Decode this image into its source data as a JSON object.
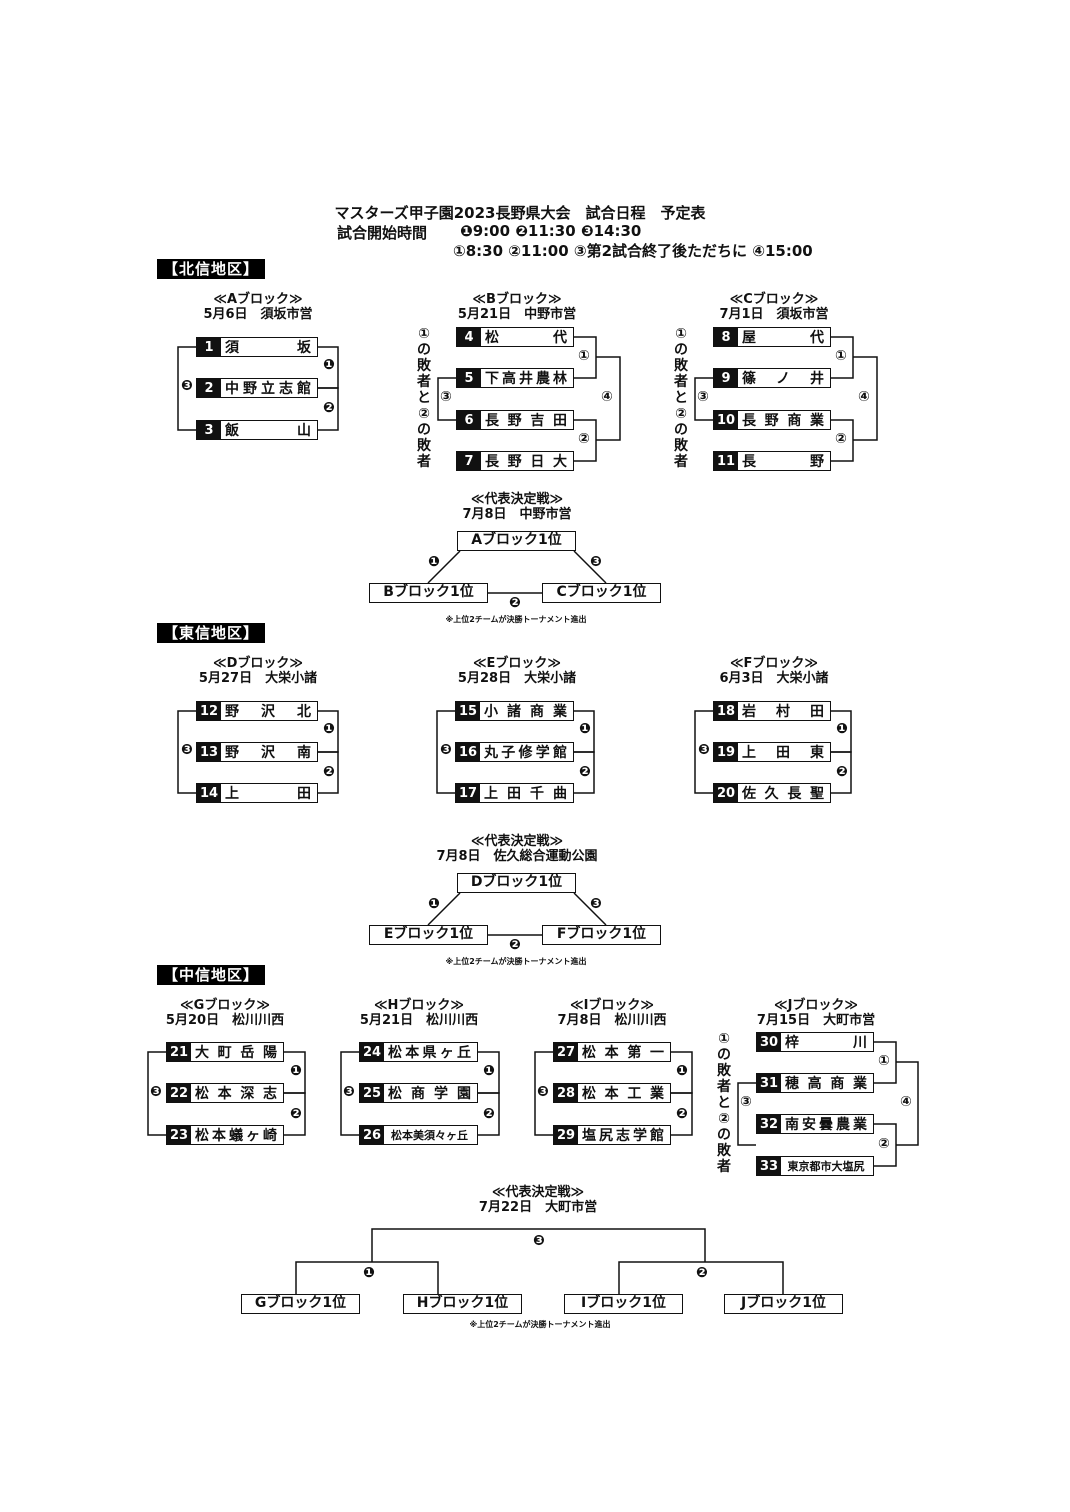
{
  "header": {
    "title": "マスターズ甲子園2023長野県大会　試合日程　予定表",
    "time_label": "試合開始時間",
    "times_line1": "❶9:00 ❷11:30 ❸14:30",
    "times_line2": "①8:30 ②11:00 ③第2試合終了後ただちに ④15:00"
  },
  "regions": {
    "hokushin": "【北信地区】",
    "toshin": "【東信地区】",
    "chushin": "【中信地区】"
  },
  "blocks": {
    "A": {
      "name": "≪Aブロック≫",
      "date": "5月6日　須坂市営"
    },
    "B": {
      "name": "≪Bブロック≫",
      "date": "5月21日　中野市営"
    },
    "C": {
      "name": "≪Cブロック≫",
      "date": "7月1日　須坂市営"
    },
    "D": {
      "name": "≪Dブロック≫",
      "date": "5月27日　大栄小諸"
    },
    "E": {
      "name": "≪Eブロック≫",
      "date": "5月28日　大栄小諸"
    },
    "F": {
      "name": "≪Fブロック≫",
      "date": "6月3日　大栄小諸"
    },
    "G": {
      "name": "≪Gブロック≫",
      "date": "5月20日　松川川西"
    },
    "H": {
      "name": "≪Hブロック≫",
      "date": "5月21日　松川川西"
    },
    "I": {
      "name": "≪Iブロック≫",
      "date": "7月8日　松川川西"
    },
    "J": {
      "name": "≪Jブロック≫",
      "date": "7月15日　大町市営"
    }
  },
  "teams": {
    "t1": {
      "num": "1",
      "name": "須　坂"
    },
    "t2": {
      "num": "2",
      "name": "中野立志館"
    },
    "t3": {
      "num": "3",
      "name": "飯　山"
    },
    "t4": {
      "num": "4",
      "name": "松　代"
    },
    "t5": {
      "num": "5",
      "name": "下高井農林"
    },
    "t6": {
      "num": "6",
      "name": "長野吉田"
    },
    "t7": {
      "num": "7",
      "name": "長野日大"
    },
    "t8": {
      "num": "8",
      "name": "屋　代"
    },
    "t9": {
      "num": "9",
      "name": "篠ノ井"
    },
    "t10": {
      "num": "10",
      "name": "長野商業"
    },
    "t11": {
      "num": "11",
      "name": "長　野"
    },
    "t12": {
      "num": "12",
      "name": "野沢北"
    },
    "t13": {
      "num": "13",
      "name": "野沢南"
    },
    "t14": {
      "num": "14",
      "name": "上　田"
    },
    "t15": {
      "num": "15",
      "name": "小諸商業"
    },
    "t16": {
      "num": "16",
      "name": "丸子修学館"
    },
    "t17": {
      "num": "17",
      "name": "上田千曲"
    },
    "t18": {
      "num": "18",
      "name": "岩村田"
    },
    "t19": {
      "num": "19",
      "name": "上田東"
    },
    "t20": {
      "num": "20",
      "name": "佐久長聖"
    },
    "t21": {
      "num": "21",
      "name": "大町岳陽"
    },
    "t22": {
      "num": "22",
      "name": "松本深志"
    },
    "t23": {
      "num": "23",
      "name": "松本蟻ヶ崎"
    },
    "t24": {
      "num": "24",
      "name": "松本県ヶ丘"
    },
    "t25": {
      "num": "25",
      "name": "松商学園"
    },
    "t26": {
      "num": "26",
      "name": "松本美須々ヶ丘"
    },
    "t27": {
      "num": "27",
      "name": "松本第一"
    },
    "t28": {
      "num": "28",
      "name": "松本工業"
    },
    "t29": {
      "num": "29",
      "name": "塩尻志学館"
    },
    "t30": {
      "num": "30",
      "name": "梓　川"
    },
    "t31": {
      "num": "31",
      "name": "穂高商業"
    },
    "t32": {
      "num": "32",
      "name": "南安曇農業"
    },
    "t33": {
      "num": "33",
      "name": "東京都市大塩尻"
    }
  },
  "loser_note": "①の敗者と②の敗者",
  "marks": {
    "b1": "❶",
    "b2": "❷",
    "b3": "❸",
    "c1": "①",
    "c2": "②",
    "c3": "③",
    "c4": "④"
  },
  "finals": {
    "hokushin": {
      "title": "≪代表決定戦≫",
      "date": "7月8日　中野市営",
      "top": "Aブロック1位",
      "left": "Bブロック1位",
      "right": "Cブロック1位"
    },
    "toshin": {
      "title": "≪代表決定戦≫",
      "date": "7月8日　佐久総合運動公園",
      "top": "Dブロック1位",
      "left": "Eブロック1位",
      "right": "Fブロック1位"
    },
    "chushin": {
      "title": "≪代表決定戦≫",
      "date": "7月22日　大町市営",
      "g": "Gブロック1位",
      "h": "Hブロック1位",
      "i": "Iブロック1位",
      "j": "Jブロック1位"
    }
  },
  "advance_note": "※上位2チームが決勝トーナメント進出"
}
